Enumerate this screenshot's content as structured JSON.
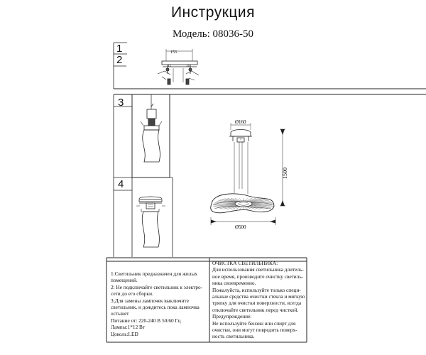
{
  "header": {
    "title": "Инструкция",
    "model": "Модель: 08036-50"
  },
  "steps": {
    "s1": "1",
    "s2": "2",
    "s3": "3",
    "s4": "4"
  },
  "diagram": {
    "mount_width": "153",
    "mount_left": "11",
    "mount_right": "11",
    "top_diameter": "Ø160",
    "height": "1500",
    "shade_diameter": "Ø500"
  },
  "left_text": [
    "1:Светильник предназначен для жилых",
    "помещений.",
    "2: Не подключайте светильник к электро-",
    "сети до его сборки.",
    "3:Для замены лампочек выключите",
    "светильник, и дождитесь пока лампочка",
    "остынет",
    "Питание от: 220-240 В 50/60 Гц",
    "Лампы:1*12 Вт",
    "Цоколь:LED"
  ],
  "right_text": [
    "ОЧИСТКА СВЕТИЛЬНИКА:",
    "Для использования светильника длитель-",
    "ное время, производите очистку светиль-",
    "ника своевременно.",
    "Пожалуйста, используйте только специ-",
    "альные средства очистки стекла и мягкую",
    "тряпку для очистки поверхности, всегда",
    "отключайте светильник перед чисткой.",
    "Предупреждение:",
    "Не используйте бензин или спирт для",
    "очистки, они могут повредить поверх-",
    "ность светильника."
  ]
}
